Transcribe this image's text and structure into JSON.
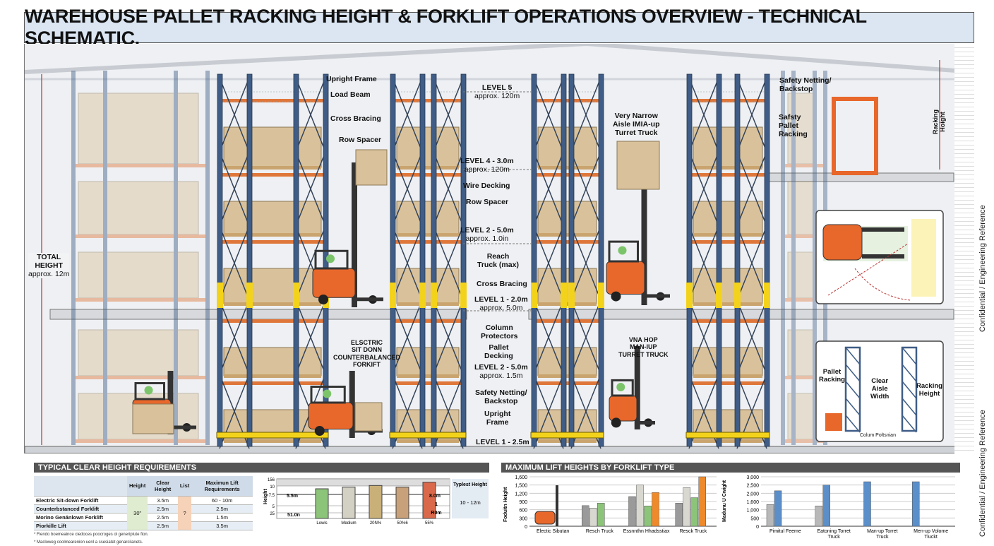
{
  "title": "WAREHOUSE PALLET RACKING HEIGHT & FORKLIFT OPERATIONS OVERVIEW - TECHNICAL SCHEMATIC.",
  "colors": {
    "upright": "#3f5d86",
    "beam": "#e0773a",
    "box": "#d9c29b",
    "forklift": "#e8672a",
    "protector": "#f3d21b",
    "header": "#555555",
    "title_bg": "#dbe6f2"
  },
  "labels": {
    "upright_frame": "Upright Frame",
    "load_beam": "Load Beam",
    "cross_bracing": "Cross Bracing",
    "row_spacer": "Row Spacer",
    "level5": "LEVEL 5",
    "level5_sub": "approx. 120m",
    "level4": "LEVEL 4 - 3.0m",
    "level4_sub": "approx. 120m",
    "wire_decking": "Wire Decking",
    "row_spacer2": "Row Spacer",
    "level2a": "LEVEL 2 - 5.0m",
    "level2a_sub": "approx. 1.0in",
    "reach_truck": "Reach",
    "reach_truck2": "Truck (max)",
    "cross_bracing2": "Cross Bracing",
    "level1a": "LEVEL 1 - 2.0m",
    "level1a_sub": "approx. 5.0m",
    "column_protectors": "Column",
    "column_protectors2": "Protectors",
    "pallet_decking": "Pallet",
    "pallet_decking2": "Decking",
    "level2b": "LEVEL 2 - 5.0m",
    "level2b_sub": "approx. 1.5m",
    "safety_netting": "Safety Netting/",
    "safety_netting2": "Backstop",
    "upright_frame2": "Upright",
    "upright_frame3": "Frame",
    "level1b": "LEVEL 1 - 2.5m",
    "vna_truck": "Very Narrow",
    "vna_truck2": "Aisle IMIA-up",
    "vna_truck3": "Turret Truck",
    "electric_forklift": "ELSCTRIC",
    "electric_forklift2": "SIT DONN",
    "electric_forklift3": "COUNTERBALANCED",
    "electric_forklift4": "FORKIFT",
    "vna_man_up": "VNA HOP",
    "vna_man_up2": "MAN-IUP",
    "vna_man_up3": "TURRET TRUCK",
    "total_height": "TOTAL",
    "total_height2": "HEIGHT",
    "total_height_sub": "approx. 12m",
    "safety_netting_r": "Safety Netting/",
    "safety_netting_r2": "Backstop",
    "safety_pallet": "Safsty",
    "safety_pallet2": "Pallet",
    "safety_pallet3": "Racking",
    "racking_height_r": "Racking",
    "racking_height_r2": "Hoight",
    "inset_pallet_racking": "Pallet",
    "inset_pallet_racking2": "Racking",
    "inset_clear_aisle": "Clear",
    "inset_clear_aisle2": "Aisle",
    "inset_clear_aisle3": "Width",
    "inset_racking_height": "Racking",
    "inset_racking_height2": "Height",
    "inset_caption": "Colum Poltsnian",
    "side_ref": "Confidential / Engineering Reference",
    "side_ref2": "Confidential / Engineering Reference"
  },
  "clear_height": {
    "header": "TYPICAL CLEAR HEIGHT REQUIREMENTS",
    "columns": [
      "",
      "Height",
      "Clear Height",
      "List",
      "Maximun Lift Requirements"
    ],
    "merged_height": "30\"",
    "merged_list": "?",
    "rows": [
      {
        "name": "Electric Sit-down Forklift",
        "clear": "3.5m",
        "max": "60 - 10m"
      },
      {
        "name": "Counterbstanced Forklift",
        "clear": "2.5m",
        "max": "2.5m"
      },
      {
        "name": "Morino Genánlown Forklift",
        "clear": "2.5m",
        "max": "1.5m"
      },
      {
        "name": "Piorkille Lift",
        "clear": "2.5m",
        "max": "3.5m"
      }
    ],
    "footnotes": [
      "* Fiendo boemeaince ciedoces poocroges ol generiplute fion.",
      "* Macloweg coolmearenion uenl a ssesiatet genarcilanets."
    ]
  },
  "chart_data": [
    {
      "type": "bar",
      "ylabel": "Height",
      "yticks": [
        "156",
        "10",
        "7.5",
        "5",
        "25"
      ],
      "categories": [
        "Lowis",
        "Medium",
        "20N%",
        "50%6",
        "55%"
      ],
      "values": [
        9,
        9.5,
        10,
        9.5,
        11
      ],
      "bar_colors": [
        "#8cc47a",
        "#d3d0c4",
        "#c9b078",
        "#c8a07a",
        "#d9694a"
      ],
      "annotations": [
        "5.5m",
        "51.0n",
        "8.0m",
        "1",
        "R0m"
      ],
      "side_header": "Typlest Height",
      "side_value": "10 - 12m"
    },
    {
      "type": "bar",
      "header": "MAXIMUM LIFT HEIGHTS BY FORKLIFT TYPE",
      "ylabel": "Foduitn Height",
      "ylim": [
        0,
        1600
      ],
      "yticks": [
        "0",
        "300",
        "600",
        "900",
        "1,200",
        "1,500",
        "1,600"
      ],
      "categories": [
        "Electic Sibutan",
        "Resch Truck",
        "Essnnthn Hhadsstiax",
        "Resck Truck"
      ],
      "series": [
        {
          "color": "#9a9a9a",
          "values": [
            null,
            750,
            1080,
            840
          ]
        },
        {
          "color": "#d8d8d0",
          "values": [
            null,
            660,
            1500,
            1410
          ]
        },
        {
          "color": "#8cc47a",
          "values": [
            null,
            840,
            740,
            1040
          ]
        },
        {
          "color": "#ef8a2a",
          "values": [
            null,
            null,
            1230,
            1600
          ]
        }
      ]
    },
    {
      "type": "bar",
      "ylabel": "Madunu U Cwight",
      "ylim": [
        0,
        3000
      ],
      "yticks": [
        "0",
        "500",
        "1,000",
        "1,600",
        "2,000",
        "2,500",
        "3,000"
      ],
      "categories": [
        "Pimitul Feeme",
        "Eatoning Torret Truck",
        "Man-up Torret Truck",
        "Men-up Volome Tiuckt"
      ],
      "series": [
        {
          "color": "#b8b8b8",
          "values": [
            1380,
            1280,
            null,
            null
          ]
        },
        {
          "color": "#5b8fc9",
          "values": [
            2150,
            2500,
            2700,
            2700
          ]
        }
      ]
    }
  ]
}
